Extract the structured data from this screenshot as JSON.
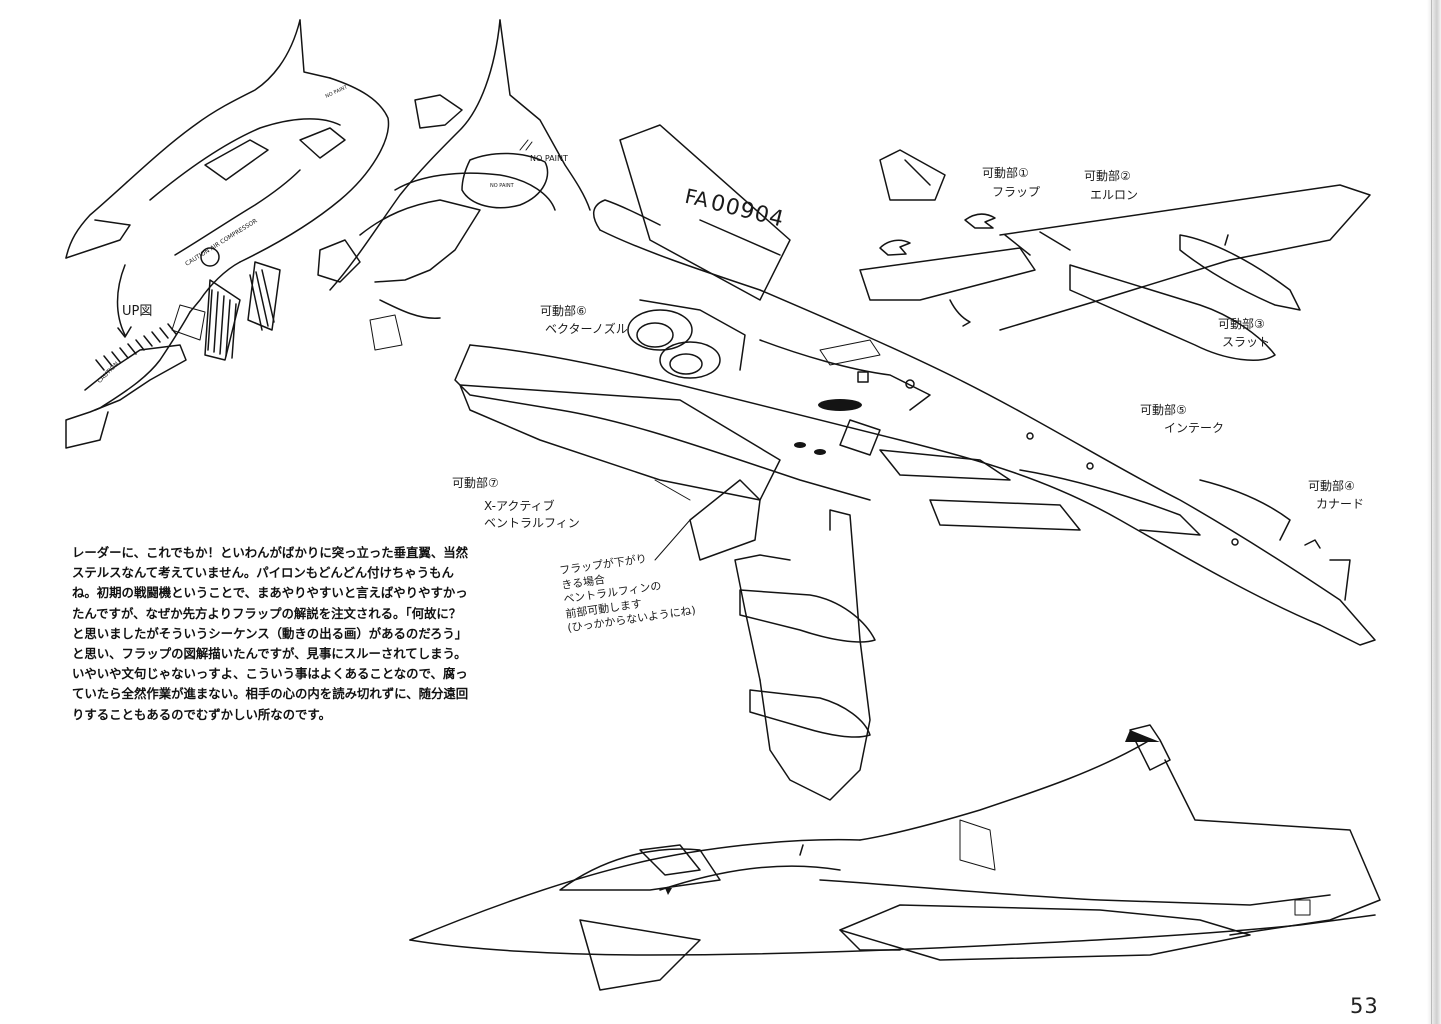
{
  "page": {
    "number": "53"
  },
  "commentary": "レーダーに、これでもか！といわんがばかりに突っ立った垂直翼、当然ステルスなんて考えていません。パイロンもどんどん付けちゃうもんね。初期の戦闘機ということで、まあやりやすいと言えばやりやすかったんですが、なぜか先方よりフラップの解説を注文される。「何故に？と思いましたがそういうシーケンス（動きの出る画）があるのだろう」と思い、フラップの図解描いたんですが、見事にスルーされてしまう。いやいや文句じゃないっすよ、こういう事はよくあることなので、腐っていたら全然作業が進まない。相手の心の内を読み切れずに、随分遠回りすることもあるのでむずかしい所なのです。",
  "top_view": {
    "label": "UP図",
    "no_paint_label": "NO PAINT",
    "no_paint_small": "NO PAINT",
    "no_paint_tiny": "NO PAINT",
    "hull_text_1": "CAUTION AIR COMPRESSOR",
    "hull_text_2": "CAUTION"
  },
  "main_view": {
    "serial_prefix": "FA",
    "serial": "00904",
    "parts": [
      {
        "title": "可動部①",
        "name": "フラップ"
      },
      {
        "title": "可動部②",
        "name": "エルロン"
      },
      {
        "title": "可動部③",
        "name": "スラット"
      },
      {
        "title": "可動部④",
        "name": "カナード"
      },
      {
        "title": "可動部⑤",
        "name": "インテーク"
      },
      {
        "title": "可動部⑥",
        "name": "ベクターノズル"
      },
      {
        "title": "可動部⑦",
        "name": "X-アクティブ\nベントラルフィン"
      }
    ],
    "note": "フラップが下がり\nきる場合\nベントラルフィンの\n前部可動します\n(ひっかからないようにね)"
  },
  "colors": {
    "ink": "#141414",
    "paper": "#ffffff"
  }
}
